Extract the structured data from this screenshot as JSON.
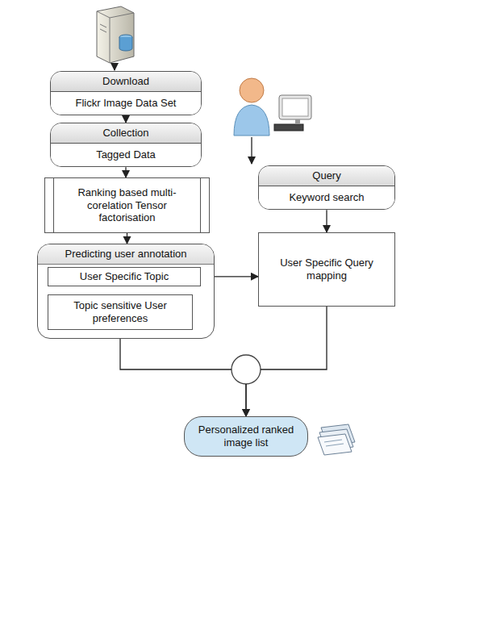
{
  "diagram": {
    "nodes": [
      {
        "text": [
          "Download",
          "Flickr Image Data Set"
        ]
      },
      {
        "text": [
          "Collection",
          "Tagged Data"
        ]
      },
      {
        "text": [
          "Ranking based multi-corelation Tensor factorisation"
        ]
      },
      {
        "text": [
          "Predicting user annotation"
        ]
      },
      {
        "text": [
          "User Specific Topic"
        ],
        "in": 3
      },
      {
        "text": [
          "Topic sensitive User preferences"
        ],
        "in": 3
      },
      {
        "text": [
          "Query",
          "Keyword search"
        ]
      },
      {
        "text": [
          "User Specific Query mapping"
        ]
      },
      {
        "text": [
          "Personalized ranked image list"
        ]
      }
    ],
    "edges": [
      {
        "from": 0,
        "to": 1,
        "arrow": "to"
      },
      {
        "from": 1,
        "to": 2,
        "arrow": "to"
      },
      {
        "from": 2,
        "to": 3,
        "arrow": "to"
      },
      {
        "from": 4,
        "to": 5,
        "arrow": "to"
      },
      {
        "from": 4,
        "to": 7,
        "arrow": "to"
      },
      {
        "from": 6,
        "to": 7,
        "arrow": "to"
      },
      {
        "from": 5,
        "to": 8,
        "arrow": "to"
      },
      {
        "from": 7,
        "to": 8,
        "arrow": "to"
      }
    ]
  }
}
